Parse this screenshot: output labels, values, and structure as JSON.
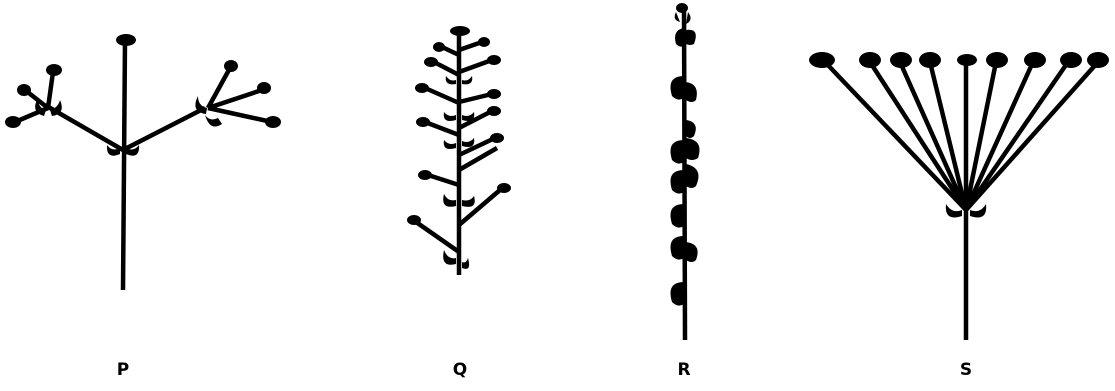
{
  "figure": {
    "labels": [
      "P",
      "Q",
      "R",
      "S"
    ],
    "ink_color": "#000000",
    "background": "#ffffff"
  }
}
